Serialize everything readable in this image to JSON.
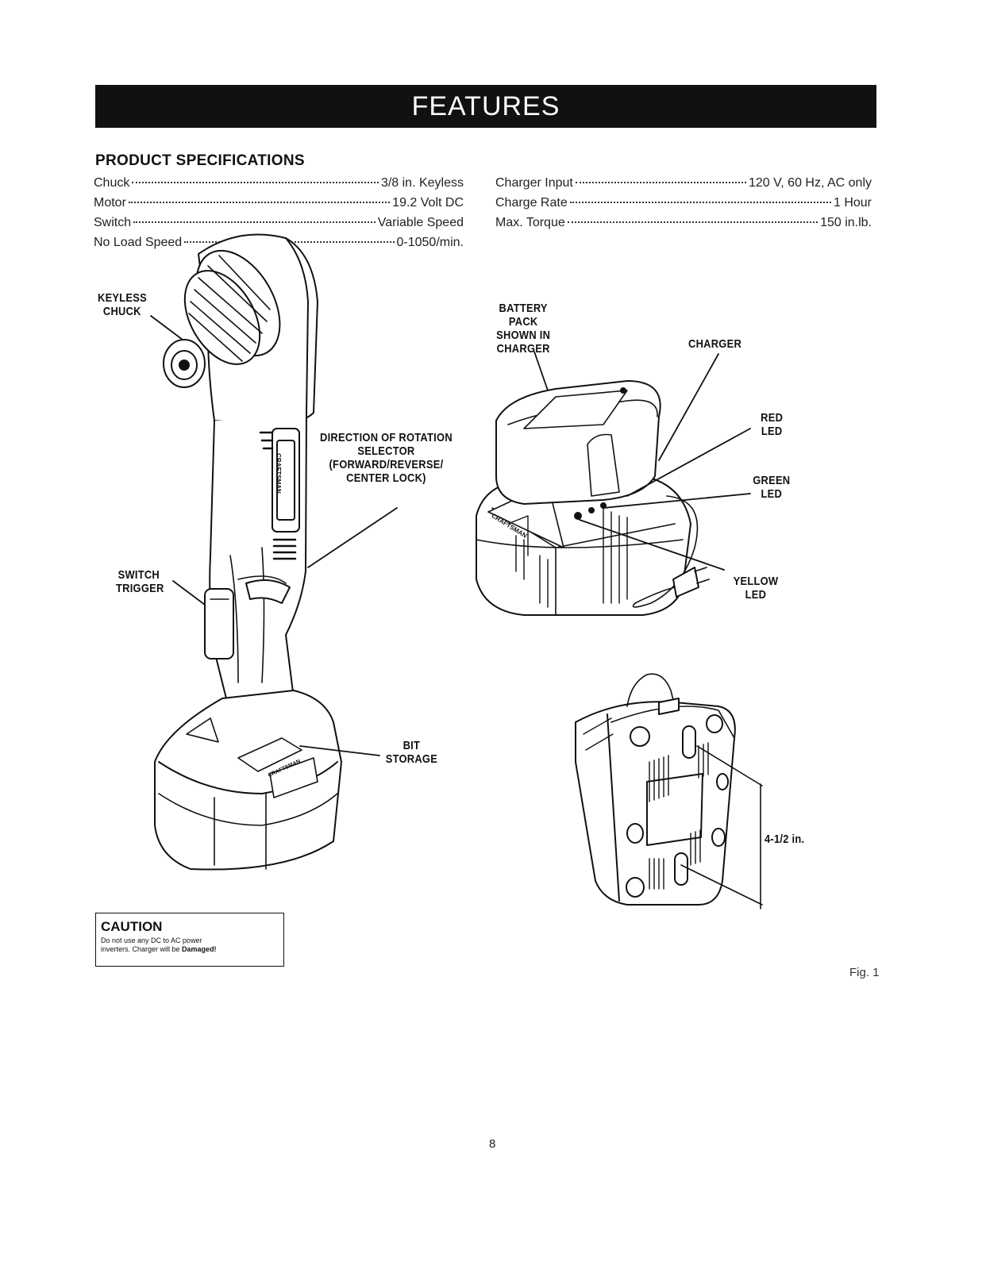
{
  "banner": {
    "title": "FEATURES"
  },
  "specs": {
    "title": "PRODUCT SPECIFICATIONS",
    "left": [
      {
        "label": "Chuck",
        "value": "3/8 in. Keyless"
      },
      {
        "label": "Motor",
        "value": "19.2 Volt DC"
      },
      {
        "label": "Switch",
        "value": "Variable Speed"
      },
      {
        "label": "No Load Speed",
        "value": "0-1050/min."
      }
    ],
    "right": [
      {
        "label": "Charger Input",
        "value": "120 V, 60 Hz, AC only"
      },
      {
        "label": "Charge Rate",
        "value": "1 Hour"
      },
      {
        "label": "Max. Torque",
        "value": "150 in.lb."
      }
    ]
  },
  "callouts": {
    "keyless_chuck": [
      "KEYLESS",
      "CHUCK"
    ],
    "direction_selector": [
      "DIRECTION OF ROTATION",
      "SELECTOR",
      "(FORWARD/REVERSE/",
      "CENTER LOCK)"
    ],
    "switch_trigger": [
      "SWITCH",
      "TRIGGER"
    ],
    "bit_storage": [
      "BIT",
      "STORAGE"
    ],
    "battery_pack": [
      "BATTERY PACK",
      "SHOWN IN",
      "CHARGER"
    ],
    "charger": "CHARGER",
    "red_led": [
      "RED",
      "LED"
    ],
    "green_led": [
      "GREEN",
      "LED"
    ],
    "yellow_led": [
      "YELLOW",
      "LED"
    ],
    "dimension": "4-1/2 in."
  },
  "caution": {
    "heading": "CAUTION",
    "line1": "Do not use any DC to AC power",
    "line2": "inverters. Charger will be ",
    "emphasis": "Damaged!"
  },
  "figure_label": "Fig. 1",
  "page_number": "8",
  "brand_mark": "CRAFTSMAN"
}
